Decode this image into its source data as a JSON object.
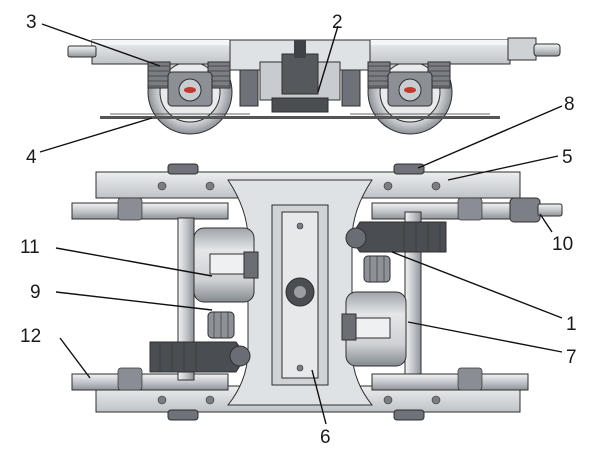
{
  "callouts": [
    "1",
    "2",
    "3",
    "4",
    "5",
    "6",
    "7",
    "8",
    "9",
    "10",
    "11",
    "12"
  ],
  "colors": {
    "frame": "#d9dbde",
    "frame_dark": "#a9adb3",
    "metal_dark": "#4a4d52",
    "spring": "#6b6e73",
    "hub_red": "#c0392b",
    "line": "#111111"
  }
}
